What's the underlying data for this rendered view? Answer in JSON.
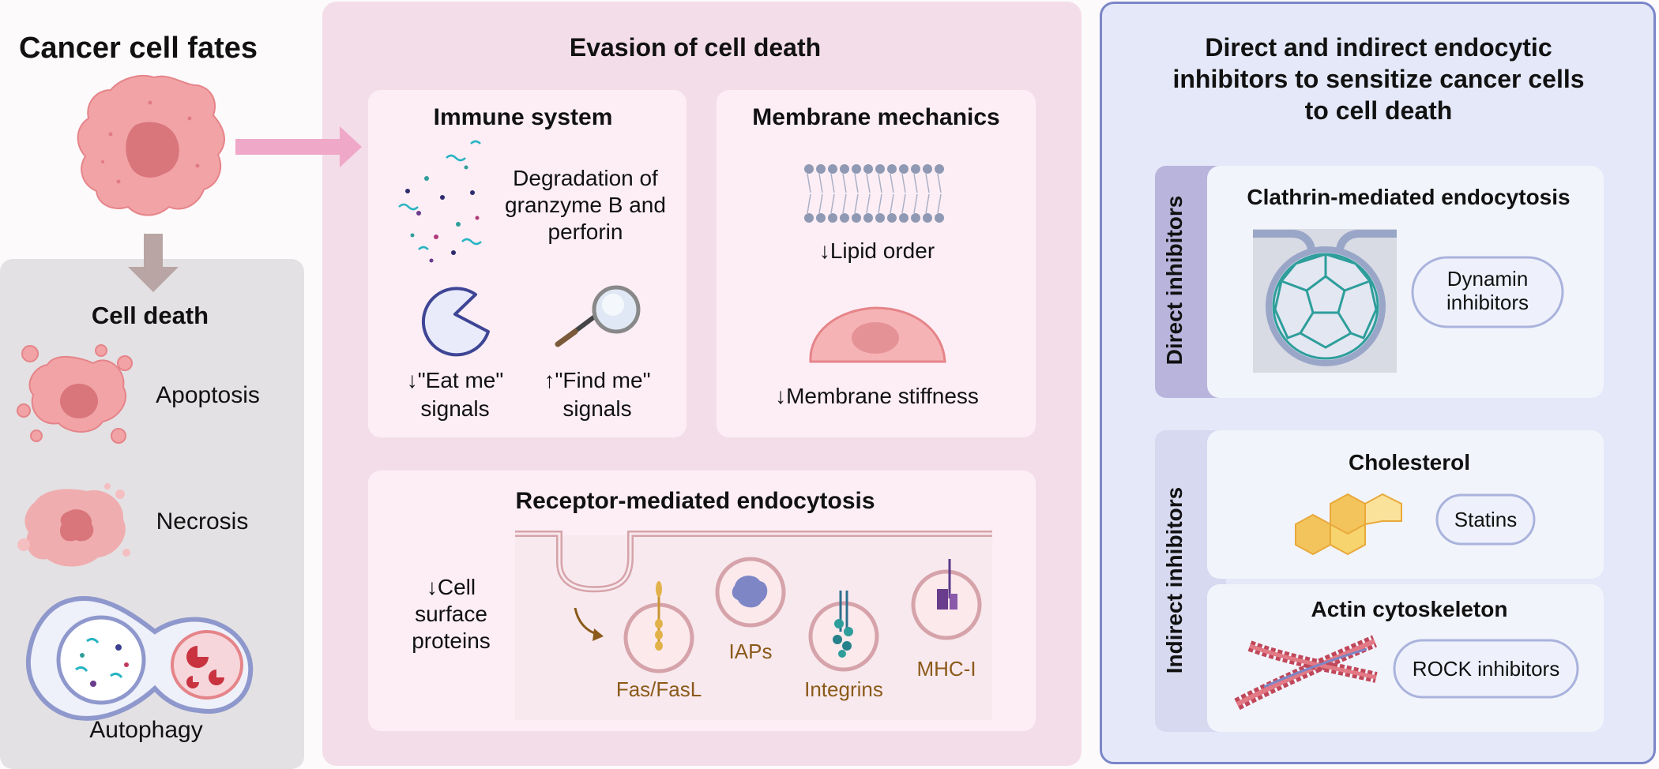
{
  "left": {
    "title": "Cancer cell fates",
    "death_title": "Cell death",
    "items": [
      {
        "label": "Apoptosis"
      },
      {
        "label": "Necrosis"
      },
      {
        "label": "Autophagy"
      }
    ]
  },
  "middle": {
    "title": "Evasion of cell death",
    "immune": {
      "title": "Immune system",
      "degradation": [
        "Degradation of",
        "granzyme B and",
        "perforin"
      ],
      "eat_me": [
        "↓\"Eat me\"",
        "signals"
      ],
      "find_me": [
        "↑\"Find me\"",
        "signals"
      ]
    },
    "membrane": {
      "title": "Membrane mechanics",
      "lipid": "↓Lipid order",
      "stiffness": "↓Membrane stiffness"
    },
    "receptor": {
      "title": "Receptor-mediated endocytosis",
      "surface": [
        "↓Cell",
        "surface",
        "proteins"
      ],
      "cargo": [
        "Fas/FasL",
        "IAPs",
        "Integrins",
        "MHC-I"
      ]
    }
  },
  "right": {
    "title": [
      "Direct and indirect endocytic",
      "inhibitors to sensitize cancer cells",
      "to cell death"
    ],
    "direct_label": "Direct inhibitors",
    "indirect_label": "Indirect inhibitors",
    "clathrin": {
      "title": "Clathrin-mediated endocytosis",
      "pill": [
        "Dynamin",
        "inhibitors"
      ]
    },
    "cholesterol": {
      "title": "Cholesterol",
      "pill": "Statins"
    },
    "actin": {
      "title": "Actin cytoskeleton",
      "pill": "ROCK inhibitors"
    }
  },
  "colors": {
    "panel_pink": "#f3dde8",
    "card_pink": "#fdeef5",
    "panel_blue": "#e4e8f8",
    "border_blue": "#7b86c8",
    "left_gray": "#e3e1e3",
    "cell_pink": "#f2a3a6",
    "nucleus": "#d9767b",
    "cargo_brown": "#8b5a1a",
    "teal": "#2e9e9b"
  }
}
